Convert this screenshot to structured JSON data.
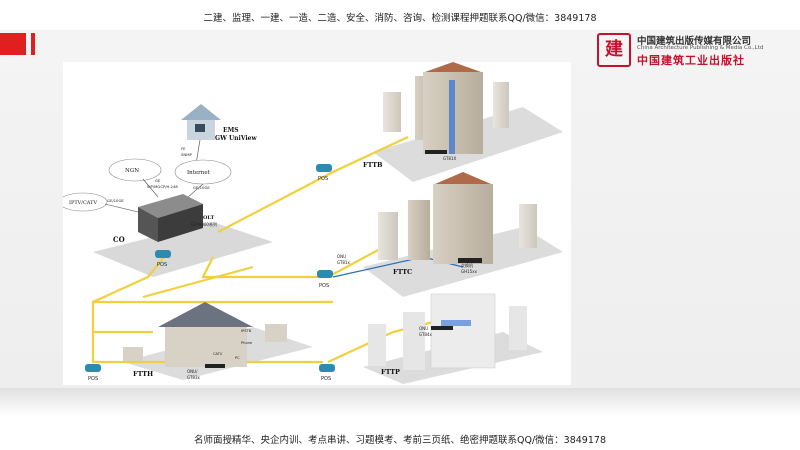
{
  "header": {
    "caption": "二建、监理、一建、一造、二造、安全、消防、咨询、检测课程押题联系QQ/微信：3849178"
  },
  "logo": {
    "mark": "建",
    "name_cn": "中国建筑出版传媒有限公司",
    "name_en": "China Architecture Publishing & Media Co.,Ltd",
    "name_cn_script": "中国建筑工业出版社"
  },
  "diagram": {
    "ems": {
      "line1": "EMS",
      "line2": "GW UniView",
      "sub1": "FE",
      "sub2": "SNMP"
    },
    "ngn": "NGN",
    "internet": "Internet",
    "iptv": "IPTV/CATV",
    "link_ge": "GE",
    "link_sip": "SIP/MGCP/H.248",
    "link_10ge": "GE/10GE",
    "link_iptv": "GE/10GE",
    "olt_line1": "OLT",
    "olt_line2": "GFA6900系列",
    "co": "CO",
    "pos": "POS",
    "fttb": "FTTB",
    "fttb_onu": "GT81X",
    "fttc": "FTTC",
    "fttc_onu_line1": "ONU",
    "fttc_onu_line2": "GT81x",
    "fttc_cab_line1": "交换机",
    "fttc_cab_line2": "GH15xx",
    "ftth": "FTTH",
    "ftth_onu_line1": "ONU/",
    "ftth_onu_line2": "GT83x",
    "ftth_ipstb": "IPSTB",
    "ftth_phone": "Phone",
    "ftth_catv": "CATV",
    "ftth_pc": "PC",
    "fttp": "FTTP",
    "fttp_onu_line1": "ONU",
    "fttp_onu_line2": "GT84x"
  },
  "footer": {
    "caption": "名师面授精华、央企内训、考点串讲、习题模考、考前三页纸、绝密押题联系QQ/微信：3849178"
  },
  "colors": {
    "fiber": "#f2cf3c",
    "pos": "#2d8ab0",
    "accent": "#e02020",
    "brand": "#c8102e"
  }
}
